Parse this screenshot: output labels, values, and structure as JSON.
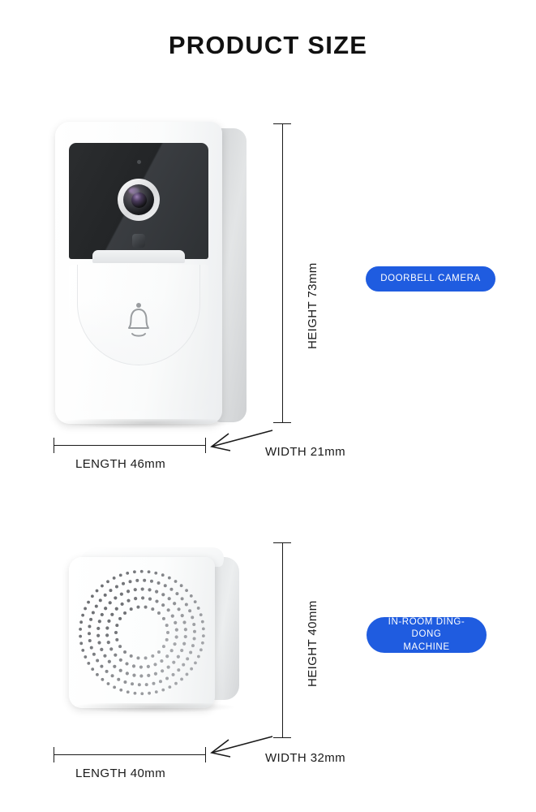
{
  "page": {
    "title": "PRODUCT SIZE",
    "background_color": "#ffffff",
    "accent_color": "#1f5ce0",
    "line_color": "#1a1a1a"
  },
  "products": [
    {
      "id": "doorbell-camera",
      "badge_label": "DOORBELL CAMERA",
      "dimensions": {
        "height": "HEIGHT 73mm",
        "length": "LENGTH 46mm",
        "width": "WIDTH 21mm"
      },
      "parts": {
        "lens": "camera-lens",
        "microphone": "microphone-hole",
        "sensor": "pir-sensor",
        "button": "doorbell-button",
        "button_icon": "bell-icon"
      }
    },
    {
      "id": "in-room-chime",
      "badge_label_line1": "IN-ROOM DING-DONG",
      "badge_label_line2": "MACHINE",
      "dimensions": {
        "height": "HEIGHT 40mm",
        "length": "LENGTH 40mm",
        "width": "WIDTH 32mm"
      },
      "parts": {
        "grill": "speaker-grill"
      }
    }
  ]
}
